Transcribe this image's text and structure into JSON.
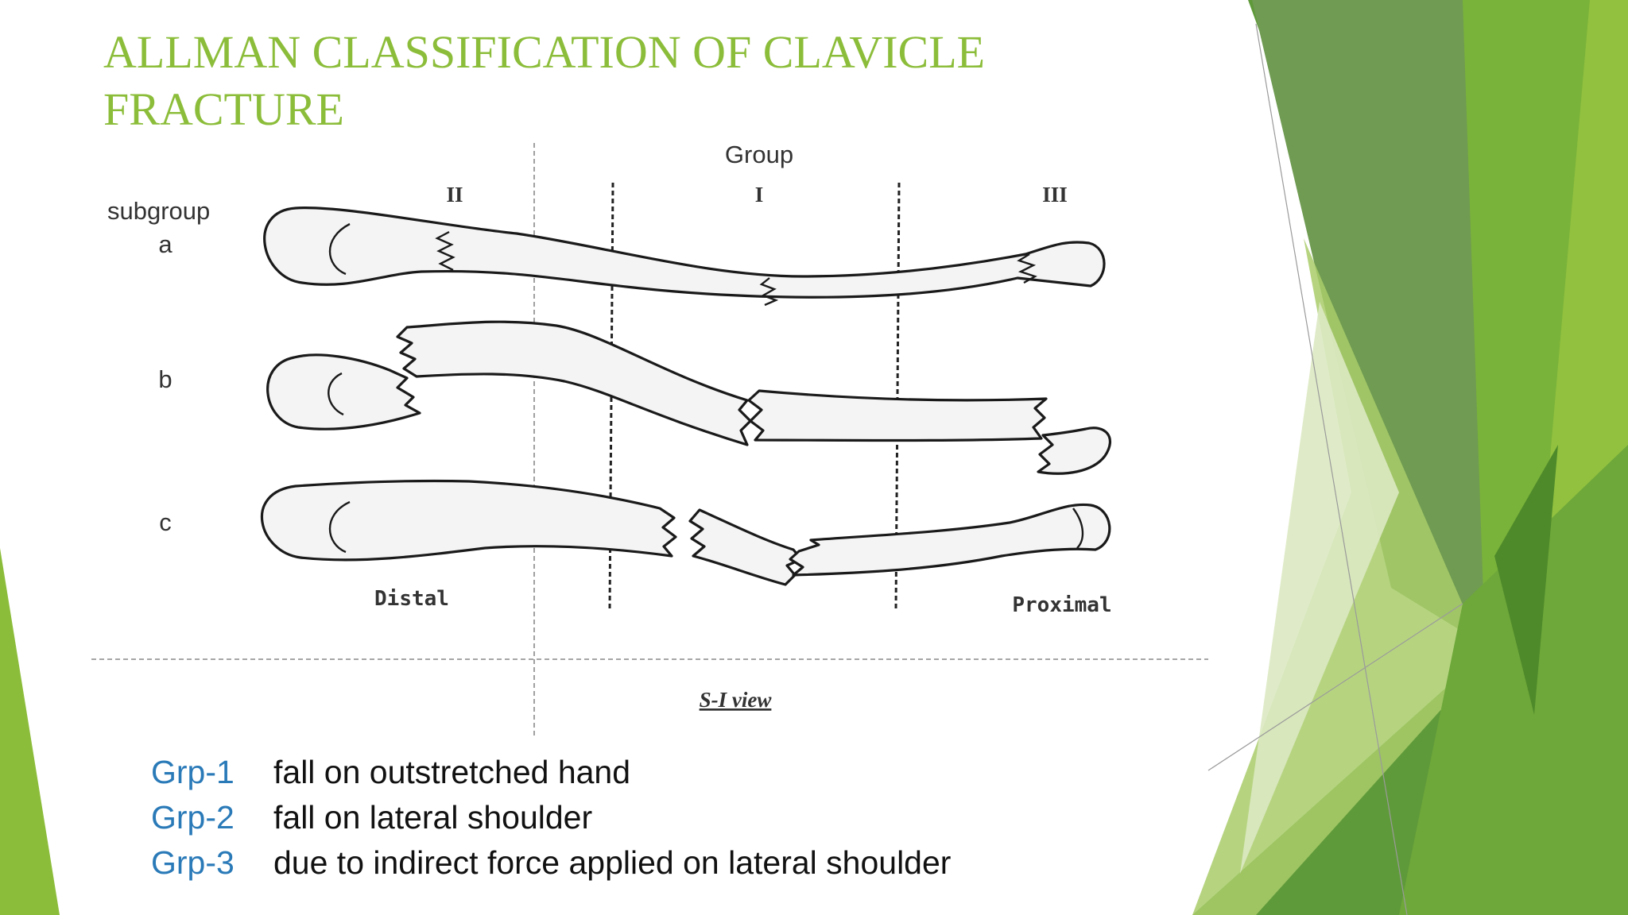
{
  "slide": {
    "title": "ALLMAN CLASSIFICATION OF CLAVICLE FRACTURE",
    "colors": {
      "title": "#8cbd3a",
      "legend_key": "#2a7ab8",
      "text": "#111111",
      "accent_green": "#7ab33a"
    }
  },
  "diagram": {
    "group_label": "Group",
    "subgroup_label": "subgroup",
    "groups": [
      "II",
      "I",
      "III"
    ],
    "subgroups": [
      "a",
      "b",
      "c"
    ],
    "distal_label": "Distal",
    "proximal_label": "Proximal",
    "view_label": "S-I view"
  },
  "legend": [
    {
      "key": "Grp-1",
      "text": "fall on outstretched hand"
    },
    {
      "key": "Grp-2",
      "text": "fall on lateral shoulder"
    },
    {
      "key": "Grp-3",
      "text": "due to indirect force applied on lateral shoulder"
    }
  ]
}
